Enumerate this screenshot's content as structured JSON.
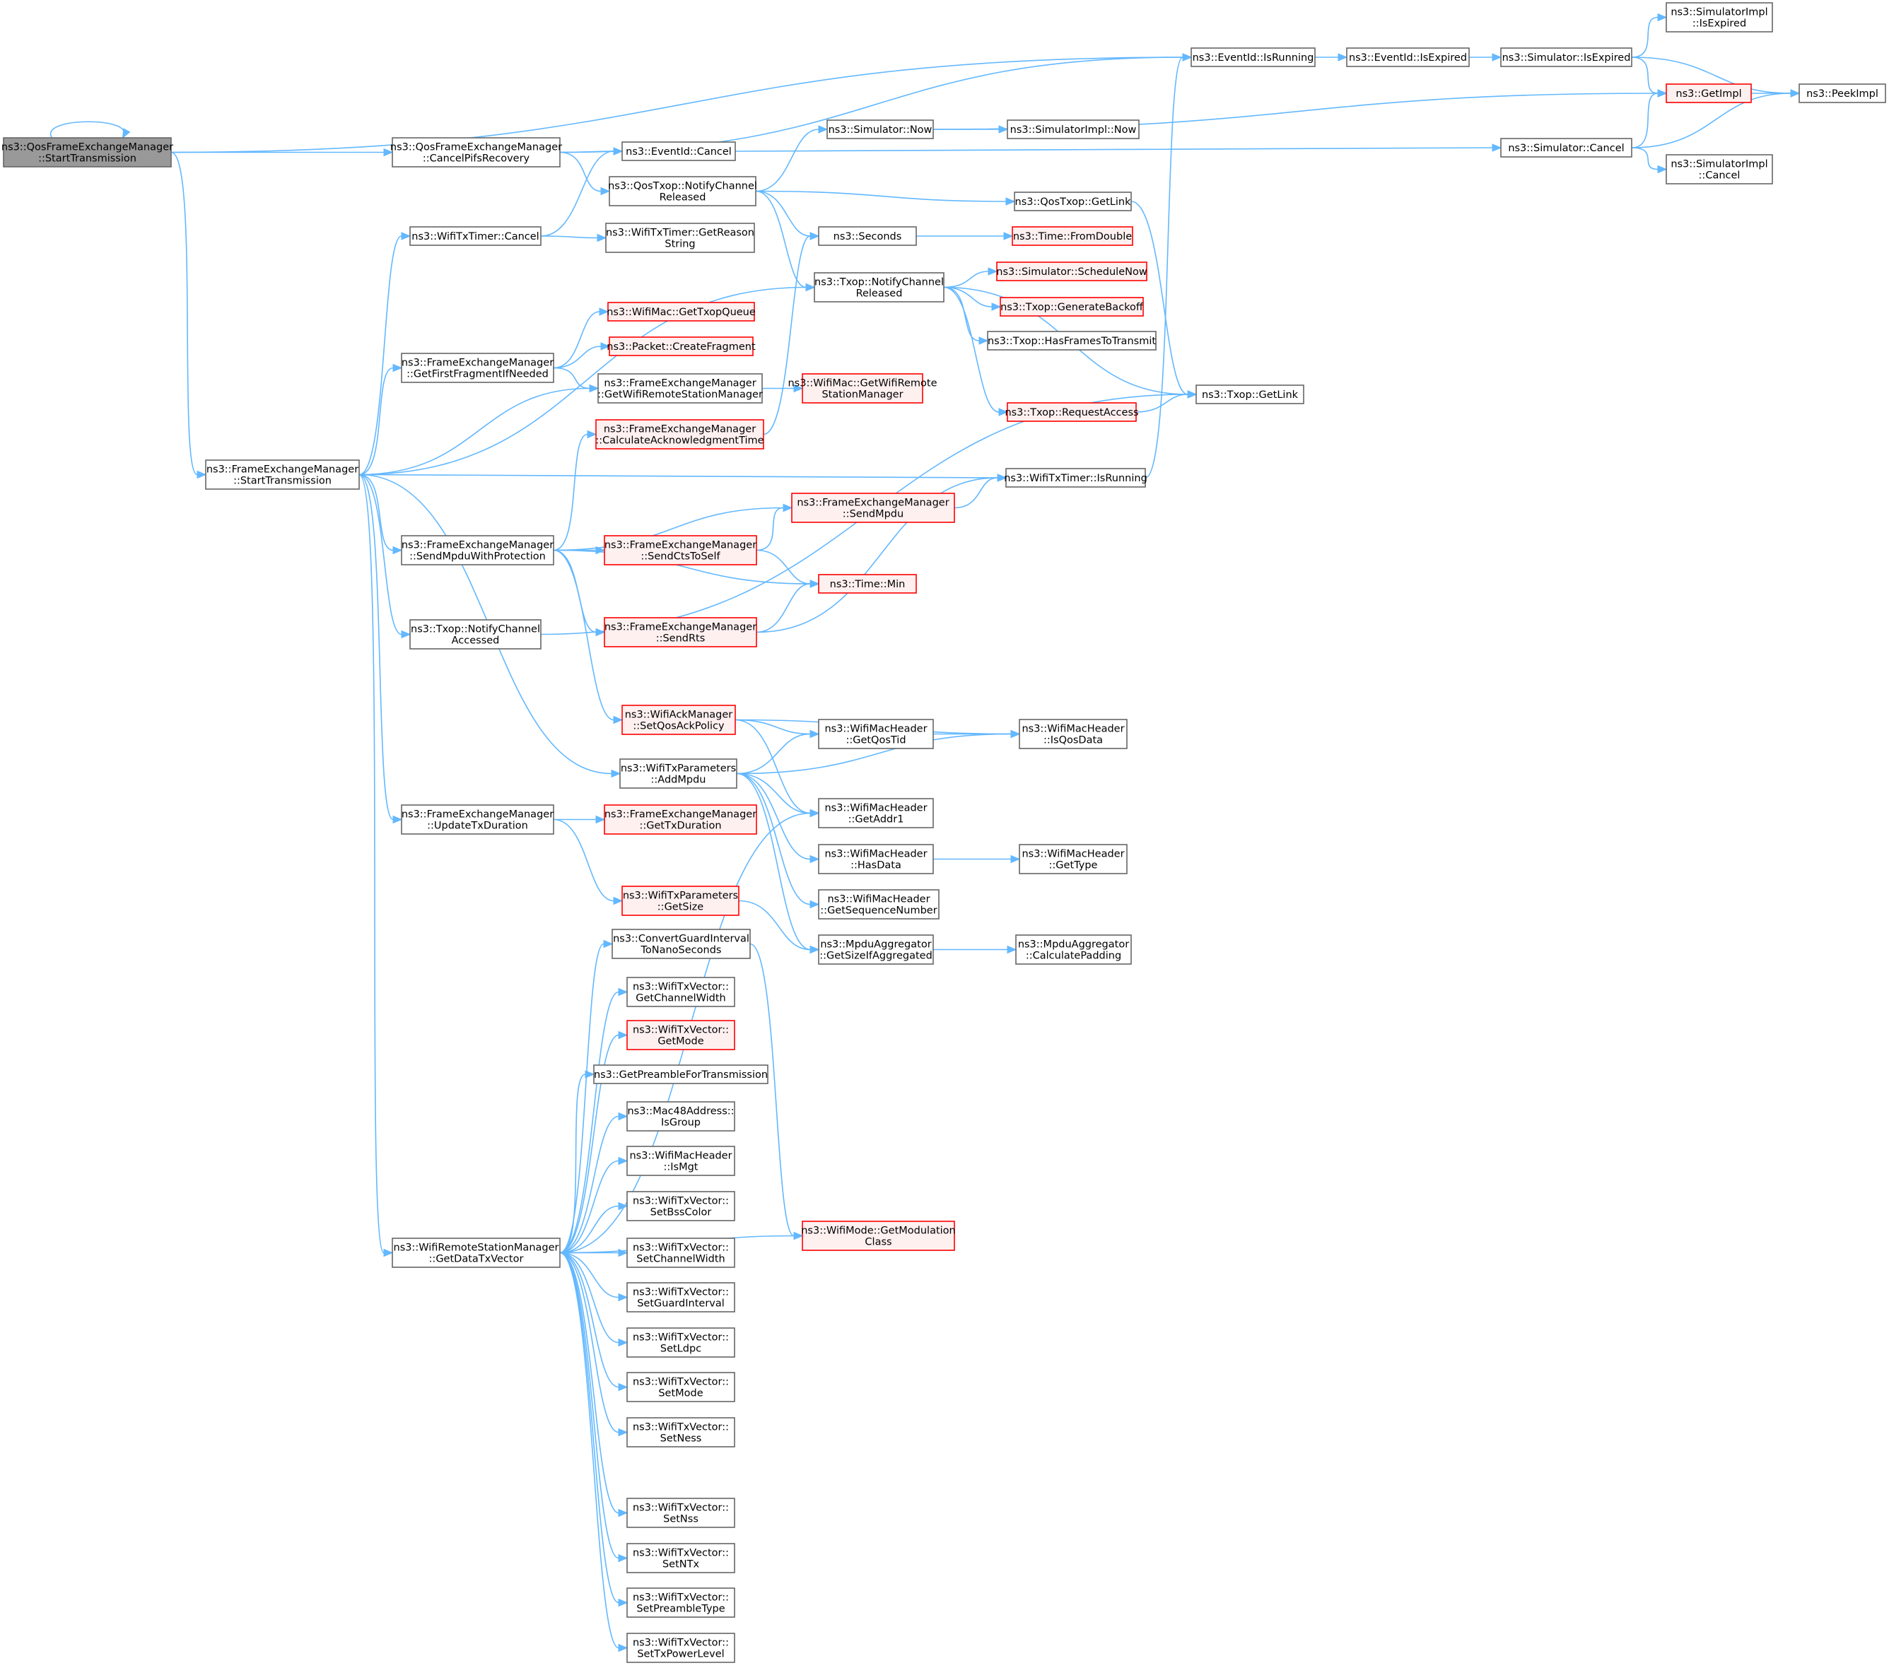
{
  "colors": {
    "root_fill": "#999999",
    "normal_fill": "#ffffff",
    "normal_stroke": "#666666",
    "red_fill": "#fff0f0",
    "red_stroke": "#ff0000",
    "edge": "#63b8ff"
  },
  "nodes": [
    {
      "id": "root",
      "lines": [
        "ns3::QosFrameExchangeManager",
        "::StartTransmission"
      ],
      "style": "root"
    },
    {
      "id": "cancelPifs",
      "lines": [
        "ns3::QosFrameExchangeManager",
        "::CancelPifsRecovery"
      ],
      "style": "normal"
    },
    {
      "id": "eventIdIsRunning",
      "lines": [
        "ns3::EventId::IsRunning"
      ],
      "style": "normal"
    },
    {
      "id": "eventIdIsExpired",
      "lines": [
        "ns3::EventId::IsExpired"
      ],
      "style": "normal"
    },
    {
      "id": "simIsExpired",
      "lines": [
        "ns3::Simulator::IsExpired"
      ],
      "style": "normal"
    },
    {
      "id": "simImplIsExpired",
      "lines": [
        "ns3::SimulatorImpl",
        "::IsExpired"
      ],
      "style": "normal"
    },
    {
      "id": "getImpl",
      "lines": [
        "ns3::GetImpl"
      ],
      "style": "red"
    },
    {
      "id": "peekImpl",
      "lines": [
        "ns3::PeekImpl"
      ],
      "style": "normal"
    },
    {
      "id": "simNow",
      "lines": [
        "ns3::Simulator::Now"
      ],
      "style": "normal"
    },
    {
      "id": "simImplNow",
      "lines": [
        "ns3::SimulatorImpl::Now"
      ],
      "style": "normal"
    },
    {
      "id": "eventIdCancel",
      "lines": [
        "ns3::EventId::Cancel"
      ],
      "style": "normal"
    },
    {
      "id": "simCancel",
      "lines": [
        "ns3::Simulator::Cancel"
      ],
      "style": "normal"
    },
    {
      "id": "simImplCancel",
      "lines": [
        "ns3::SimulatorImpl",
        "::Cancel"
      ],
      "style": "normal"
    },
    {
      "id": "qosNotifyRel",
      "lines": [
        "ns3::QosTxop::NotifyChannel",
        "Released"
      ],
      "style": "normal"
    },
    {
      "id": "qosGetLink",
      "lines": [
        "ns3::QosTxop::GetLink"
      ],
      "style": "normal"
    },
    {
      "id": "seconds",
      "lines": [
        "ns3::Seconds"
      ],
      "style": "normal"
    },
    {
      "id": "timeFromDouble",
      "lines": [
        "ns3::Time::FromDouble"
      ],
      "style": "red"
    },
    {
      "id": "timerCancel",
      "lines": [
        "ns3::WifiTxTimer::Cancel"
      ],
      "style": "normal"
    },
    {
      "id": "timerGetReason",
      "lines": [
        "ns3::WifiTxTimer::GetReason",
        "String"
      ],
      "style": "normal"
    },
    {
      "id": "txopNotifyRel",
      "lines": [
        "ns3::Txop::NotifyChannel",
        "Released"
      ],
      "style": "normal"
    },
    {
      "id": "simScheduleNow",
      "lines": [
        "ns3::Simulator::ScheduleNow"
      ],
      "style": "red"
    },
    {
      "id": "txopGenBackoff",
      "lines": [
        "ns3::Txop::GenerateBackoff"
      ],
      "style": "red"
    },
    {
      "id": "txopHasFrames",
      "lines": [
        "ns3::Txop::HasFramesToTransmit"
      ],
      "style": "normal"
    },
    {
      "id": "txopGetLink",
      "lines": [
        "ns3::Txop::GetLink"
      ],
      "style": "normal"
    },
    {
      "id": "txopRequestAccess",
      "lines": [
        "ns3::Txop::RequestAccess"
      ],
      "style": "red"
    },
    {
      "id": "macGetTxopQueue",
      "lines": [
        "ns3::WifiMac::GetTxopQueue"
      ],
      "style": "red"
    },
    {
      "id": "pktCreateFragment",
      "lines": [
        "ns3::Packet::CreateFragment"
      ],
      "style": "red"
    },
    {
      "id": "femGetFirstFrag",
      "lines": [
        "ns3::FrameExchangeManager",
        "::GetFirstFragmentIfNeeded"
      ],
      "style": "normal"
    },
    {
      "id": "femGetWrsm",
      "lines": [
        "ns3::FrameExchangeManager",
        "::GetWifiRemoteStationManager"
      ],
      "style": "normal"
    },
    {
      "id": "macGetWrsm",
      "lines": [
        "ns3::WifiMac::GetWifiRemote",
        "StationManager"
      ],
      "style": "red"
    },
    {
      "id": "femCalcAck",
      "lines": [
        "ns3::FrameExchangeManager",
        "::CalculateAcknowledgmentTime"
      ],
      "style": "red"
    },
    {
      "id": "femStart",
      "lines": [
        "ns3::FrameExchangeManager",
        "::StartTransmission"
      ],
      "style": "normal"
    },
    {
      "id": "timerIsRunning",
      "lines": [
        "ns3::WifiTxTimer::IsRunning"
      ],
      "style": "normal"
    },
    {
      "id": "femSendMpdu",
      "lines": [
        "ns3::FrameExchangeManager",
        "::SendMpdu"
      ],
      "style": "red"
    },
    {
      "id": "femSendMpduProt",
      "lines": [
        "ns3::FrameExchangeManager",
        "::SendMpduWithProtection"
      ],
      "style": "normal"
    },
    {
      "id": "femSendCts",
      "lines": [
        "ns3::FrameExchangeManager",
        "::SendCtsToSelf"
      ],
      "style": "red"
    },
    {
      "id": "timeMin",
      "lines": [
        "ns3::Time::Min"
      ],
      "style": "red"
    },
    {
      "id": "femSendRts",
      "lines": [
        "ns3::FrameExchangeManager",
        "::SendRts"
      ],
      "style": "red"
    },
    {
      "id": "txopNotifyAcc",
      "lines": [
        "ns3::Txop::NotifyChannel",
        "Accessed"
      ],
      "style": "normal"
    },
    {
      "id": "ackSetQos",
      "lines": [
        "ns3::WifiAckManager",
        "::SetQosAckPolicy"
      ],
      "style": "red"
    },
    {
      "id": "hdrGetQosTid",
      "lines": [
        "ns3::WifiMacHeader",
        "::GetQosTid"
      ],
      "style": "normal"
    },
    {
      "id": "hdrIsQosData",
      "lines": [
        "ns3::WifiMacHeader",
        "::IsQosData"
      ],
      "style": "normal"
    },
    {
      "id": "txParamsAddMpdu",
      "lines": [
        "ns3::WifiTxParameters",
        "::AddMpdu"
      ],
      "style": "normal"
    },
    {
      "id": "hdrGetAddr1",
      "lines": [
        "ns3::WifiMacHeader",
        "::GetAddr1"
      ],
      "style": "normal"
    },
    {
      "id": "femUpdateTxDur",
      "lines": [
        "ns3::FrameExchangeManager",
        "::UpdateTxDuration"
      ],
      "style": "normal"
    },
    {
      "id": "femGetTxDur",
      "lines": [
        "ns3::FrameExchangeManager",
        "::GetTxDuration"
      ],
      "style": "red"
    },
    {
      "id": "hdrHasData",
      "lines": [
        "ns3::WifiMacHeader",
        "::HasData"
      ],
      "style": "normal"
    },
    {
      "id": "hdrGetType",
      "lines": [
        "ns3::WifiMacHeader",
        "::GetType"
      ],
      "style": "normal"
    },
    {
      "id": "txParamsGetSize",
      "lines": [
        "ns3::WifiTxParameters",
        "::GetSize"
      ],
      "style": "red"
    },
    {
      "id": "hdrGetSeq",
      "lines": [
        "ns3::WifiMacHeader",
        "::GetSequenceNumber"
      ],
      "style": "normal"
    },
    {
      "id": "convertGI",
      "lines": [
        "ns3::ConvertGuardInterval",
        "ToNanoSeconds"
      ],
      "style": "normal"
    },
    {
      "id": "aggGetSize",
      "lines": [
        "ns3::MpduAggregator",
        "::GetSizeIfAggregated"
      ],
      "style": "normal"
    },
    {
      "id": "aggCalcPad",
      "lines": [
        "ns3::MpduAggregator",
        "::CalculatePadding"
      ],
      "style": "normal"
    },
    {
      "id": "vecGetChWidth",
      "lines": [
        "ns3::WifiTxVector::",
        "GetChannelWidth"
      ],
      "style": "normal"
    },
    {
      "id": "vecGetMode",
      "lines": [
        "ns3::WifiTxVector::",
        "GetMode"
      ],
      "style": "red"
    },
    {
      "id": "getPreamble",
      "lines": [
        "ns3::GetPreambleForTransmission"
      ],
      "style": "normal"
    },
    {
      "id": "macIsGroup",
      "lines": [
        "ns3::Mac48Address::",
        "IsGroup"
      ],
      "style": "normal"
    },
    {
      "id": "hdrIsMgt",
      "lines": [
        "ns3::WifiMacHeader",
        "::IsMgt"
      ],
      "style": "normal"
    },
    {
      "id": "vecSetBss",
      "lines": [
        "ns3::WifiTxVector::",
        "SetBssColor"
      ],
      "style": "normal"
    },
    {
      "id": "wrsmGetData",
      "lines": [
        "ns3::WifiRemoteStationManager",
        "::GetDataTxVector"
      ],
      "style": "normal"
    },
    {
      "id": "modeGetModClass",
      "lines": [
        "ns3::WifiMode::GetModulation",
        "Class"
      ],
      "style": "red"
    },
    {
      "id": "vecSetChWidth",
      "lines": [
        "ns3::WifiTxVector::",
        "SetChannelWidth"
      ],
      "style": "normal"
    },
    {
      "id": "vecSetGI",
      "lines": [
        "ns3::WifiTxVector::",
        "SetGuardInterval"
      ],
      "style": "normal"
    },
    {
      "id": "vecSetLdpc",
      "lines": [
        "ns3::WifiTxVector::",
        "SetLdpc"
      ],
      "style": "normal"
    },
    {
      "id": "vecSetMode",
      "lines": [
        "ns3::WifiTxVector::",
        "SetMode"
      ],
      "style": "normal"
    },
    {
      "id": "vecSetNess",
      "lines": [
        "ns3::WifiTxVector::",
        "SetNess"
      ],
      "style": "normal"
    },
    {
      "id": "vecSetNss",
      "lines": [
        "ns3::WifiTxVector::",
        "SetNss"
      ],
      "style": "normal"
    },
    {
      "id": "vecSetNTx",
      "lines": [
        "ns3::WifiTxVector::",
        "SetNTx"
      ],
      "style": "normal"
    },
    {
      "id": "vecSetPreamble",
      "lines": [
        "ns3::WifiTxVector::",
        "SetPreambleType"
      ],
      "style": "normal"
    },
    {
      "id": "vecSetTxPower",
      "lines": [
        "ns3::WifiTxVector::",
        "SetTxPowerLevel"
      ],
      "style": "normal"
    }
  ],
  "edges": [
    [
      "root",
      "root"
    ],
    [
      "root",
      "eventIdIsRunning"
    ],
    [
      "root",
      "cancelPifs"
    ],
    [
      "root",
      "femStart"
    ],
    [
      "cancelPifs",
      "eventIdIsRunning"
    ],
    [
      "cancelPifs",
      "eventIdCancel"
    ],
    [
      "cancelPifs",
      "qosNotifyRel"
    ],
    [
      "eventIdIsRunning",
      "eventIdIsExpired"
    ],
    [
      "eventIdIsExpired",
      "simIsExpired"
    ],
    [
      "simIsExpired",
      "simImplIsExpired"
    ],
    [
      "simIsExpired",
      "getImpl"
    ],
    [
      "simIsExpired",
      "peekImpl"
    ],
    [
      "getImpl",
      "peekImpl"
    ],
    [
      "simNow",
      "getImpl"
    ],
    [
      "simNow",
      "simImplNow"
    ],
    [
      "eventIdCancel",
      "simCancel"
    ],
    [
      "simCancel",
      "getImpl"
    ],
    [
      "simCancel",
      "peekImpl"
    ],
    [
      "simCancel",
      "simImplCancel"
    ],
    [
      "qosNotifyRel",
      "simNow"
    ],
    [
      "qosNotifyRel",
      "qosGetLink"
    ],
    [
      "qosNotifyRel",
      "seconds"
    ],
    [
      "qosNotifyRel",
      "txopNotifyRel"
    ],
    [
      "qosGetLink",
      "txopGetLink"
    ],
    [
      "seconds",
      "timeFromDouble"
    ],
    [
      "timerCancel",
      "eventIdCancel"
    ],
    [
      "timerCancel",
      "timerGetReason"
    ],
    [
      "txopNotifyRel",
      "simScheduleNow"
    ],
    [
      "txopNotifyRel",
      "txopGenBackoff"
    ],
    [
      "txopNotifyRel",
      "txopHasFrames"
    ],
    [
      "txopNotifyRel",
      "txopGetLink"
    ],
    [
      "txopNotifyRel",
      "txopRequestAccess"
    ],
    [
      "txopRequestAccess",
      "txopGetLink"
    ],
    [
      "femGetFirstFrag",
      "macGetTxopQueue"
    ],
    [
      "femGetFirstFrag",
      "pktCreateFragment"
    ],
    [
      "femGetFirstFrag",
      "femGetWrsm"
    ],
    [
      "femGetWrsm",
      "macGetWrsm"
    ],
    [
      "femCalcAck",
      "seconds"
    ],
    [
      "femStart",
      "timerCancel"
    ],
    [
      "femStart",
      "timerIsRunning"
    ],
    [
      "femStart",
      "femGetFirstFrag"
    ],
    [
      "femStart",
      "femGetWrsm"
    ],
    [
      "femStart",
      "txopNotifyRel"
    ],
    [
      "femStart",
      "femSendMpduProt"
    ],
    [
      "femStart",
      "txopNotifyAcc"
    ],
    [
      "femStart",
      "txParamsAddMpdu"
    ],
    [
      "femStart",
      "femUpdateTxDur"
    ],
    [
      "femStart",
      "wrsmGetData"
    ],
    [
      "timerIsRunning",
      "eventIdIsRunning"
    ],
    [
      "femSendMpdu",
      "timerIsRunning"
    ],
    [
      "femSendMpduProt",
      "femCalcAck"
    ],
    [
      "femSendMpduProt",
      "femSendMpdu"
    ],
    [
      "femSendMpduProt",
      "femSendCts"
    ],
    [
      "femSendMpduProt",
      "timeMin"
    ],
    [
      "femSendMpduProt",
      "femSendRts"
    ],
    [
      "femSendMpduProt",
      "ackSetQos"
    ],
    [
      "femSendCts",
      "femSendMpdu"
    ],
    [
      "femSendCts",
      "timeMin"
    ],
    [
      "femSendRts",
      "timeMin"
    ],
    [
      "femSendRts",
      "timerIsRunning"
    ],
    [
      "txopNotifyAcc",
      "txopGetLink"
    ],
    [
      "ackSetQos",
      "hdrGetQosTid"
    ],
    [
      "ackSetQos",
      "hdrIsQosData"
    ],
    [
      "ackSetQos",
      "hdrGetAddr1"
    ],
    [
      "hdrGetQosTid",
      "hdrIsQosData"
    ],
    [
      "txParamsAddMpdu",
      "hdrGetQosTid"
    ],
    [
      "txParamsAddMpdu",
      "hdrIsQosData"
    ],
    [
      "txParamsAddMpdu",
      "hdrGetAddr1"
    ],
    [
      "txParamsAddMpdu",
      "hdrHasData"
    ],
    [
      "txParamsAddMpdu",
      "hdrGetSeq"
    ],
    [
      "txParamsAddMpdu",
      "aggGetSize"
    ],
    [
      "femUpdateTxDur",
      "femGetTxDur"
    ],
    [
      "femUpdateTxDur",
      "txParamsGetSize"
    ],
    [
      "hdrHasData",
      "hdrGetType"
    ],
    [
      "txParamsGetSize",
      "aggGetSize"
    ],
    [
      "aggGetSize",
      "aggCalcPad"
    ],
    [
      "convertGI",
      "modeGetModClass"
    ],
    [
      "wrsmGetData",
      "hdrGetAddr1"
    ],
    [
      "wrsmGetData",
      "convertGI"
    ],
    [
      "wrsmGetData",
      "vecGetChWidth"
    ],
    [
      "wrsmGetData",
      "vecGetMode"
    ],
    [
      "wrsmGetData",
      "getPreamble"
    ],
    [
      "wrsmGetData",
      "macIsGroup"
    ],
    [
      "wrsmGetData",
      "hdrIsMgt"
    ],
    [
      "wrsmGetData",
      "vecSetBss"
    ],
    [
      "wrsmGetData",
      "vecSetChWidth"
    ],
    [
      "wrsmGetData",
      "vecSetGI"
    ],
    [
      "wrsmGetData",
      "vecSetLdpc"
    ],
    [
      "wrsmGetData",
      "vecSetMode"
    ],
    [
      "wrsmGetData",
      "vecSetNess"
    ],
    [
      "wrsmGetData",
      "modeGetModClass"
    ],
    [
      "wrsmGetData",
      "vecSetNss"
    ],
    [
      "wrsmGetData",
      "vecSetNTx"
    ],
    [
      "wrsmGetData",
      "vecSetPreamble"
    ],
    [
      "wrsmGetData",
      "vecSetTxPower"
    ]
  ]
}
